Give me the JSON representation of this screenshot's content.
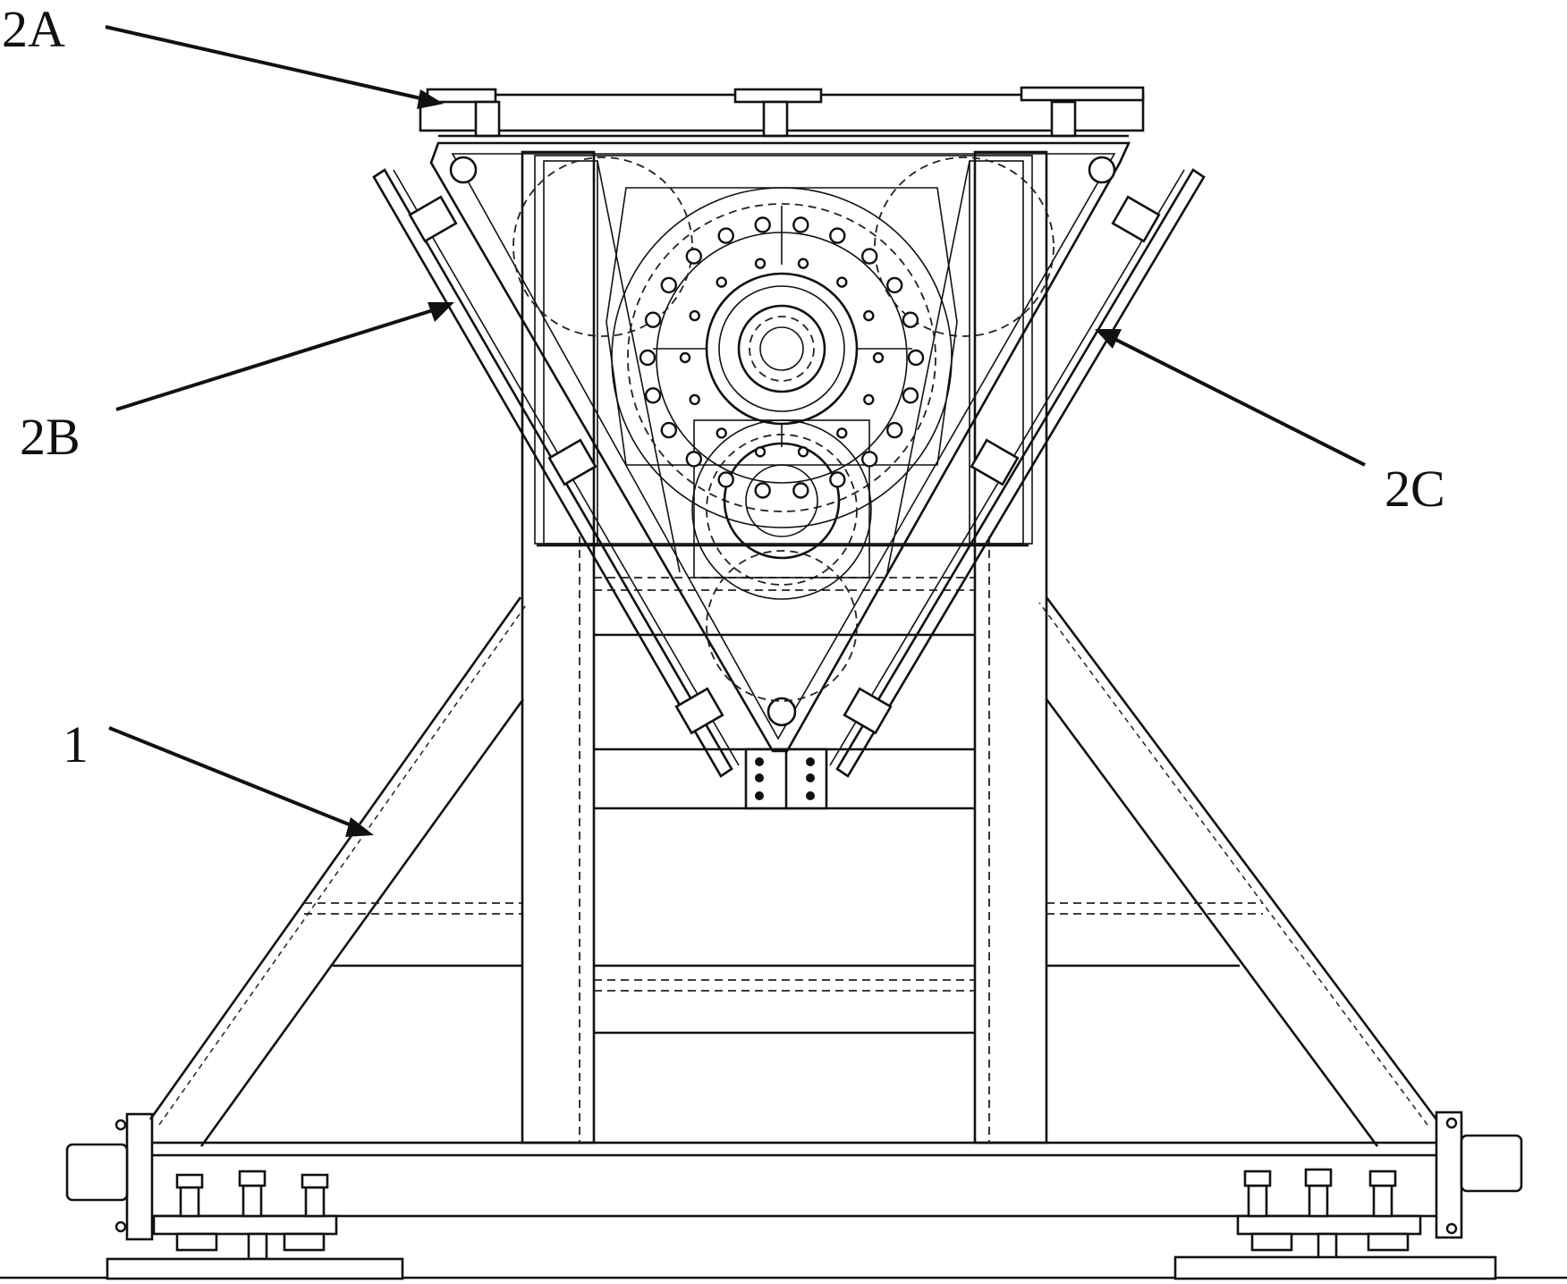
{
  "labels": {
    "top_platform": "2A",
    "left_brace": "2B",
    "right_brace": "2C",
    "base_frame": "1"
  }
}
